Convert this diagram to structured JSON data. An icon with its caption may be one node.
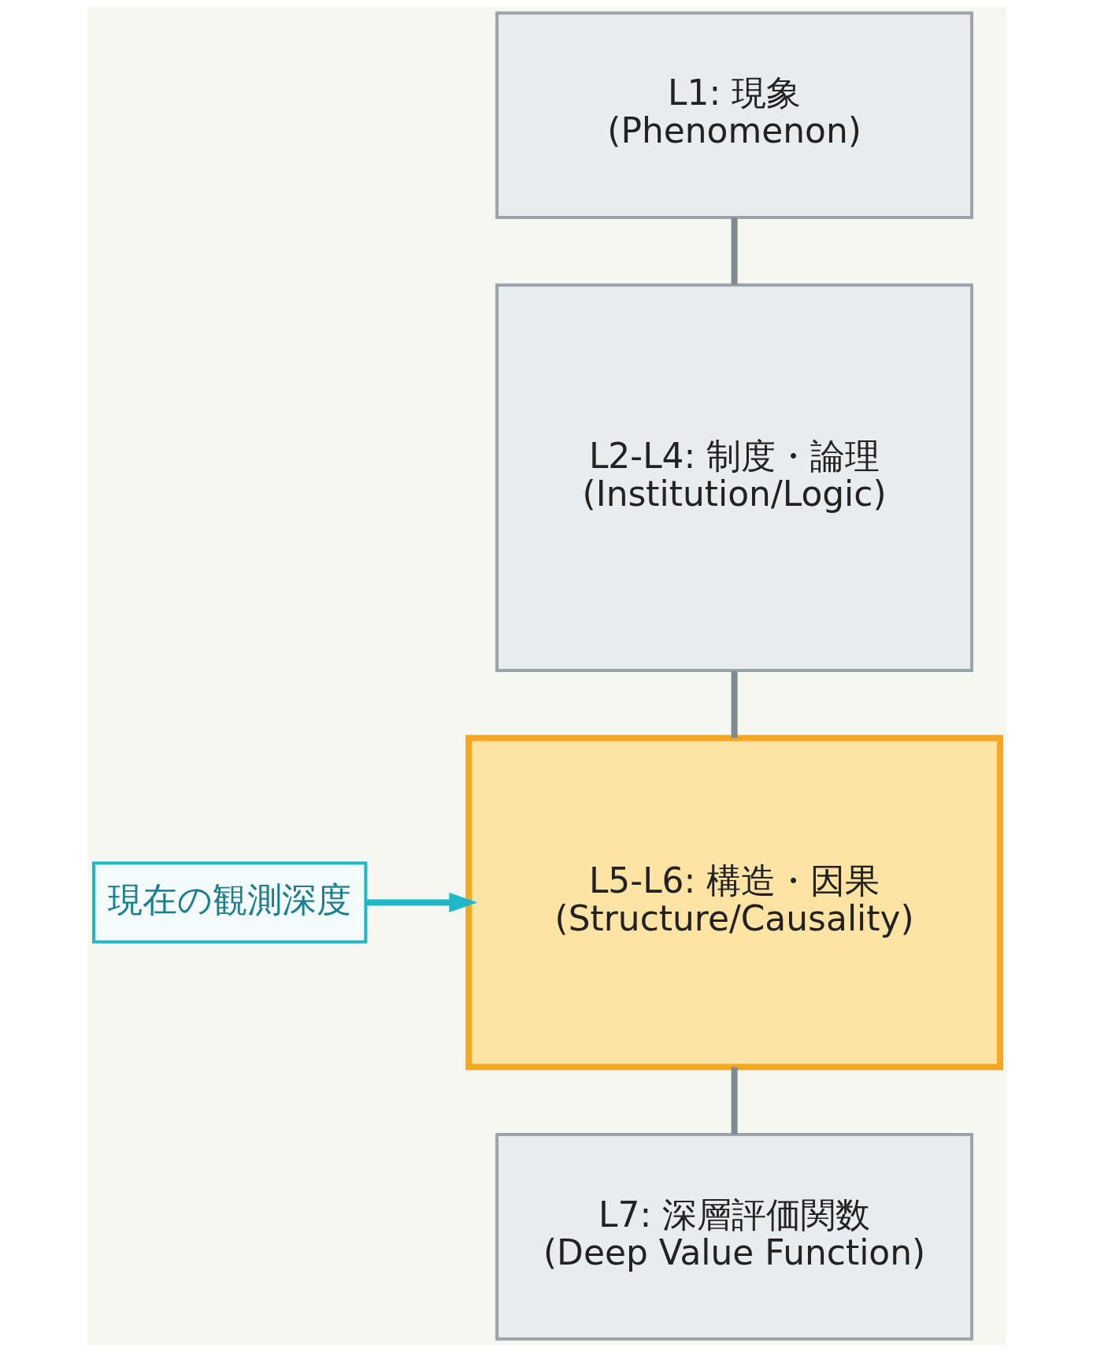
{
  "diagram": {
    "nodes": [
      {
        "text": [
          "L1: 現象",
          "(Phenomenon)"
        ]
      },
      {
        "text": [
          "L2-L4: 制度・論理",
          "(Institution/Logic)"
        ]
      },
      {
        "text": [
          "L5-L6: 構造・因果",
          "(Structure/Causality)"
        ]
      },
      {
        "text": [
          "L7: 深層評価関数",
          "(Deep Value Function)"
        ]
      },
      {
        "text": [
          "現在の観測深度"
        ]
      }
    ],
    "edges": [
      {
        "from": 0,
        "to": 1,
        "arrow": "none"
      },
      {
        "from": 1,
        "to": 2,
        "arrow": "none"
      },
      {
        "from": 2,
        "to": 3,
        "arrow": "none"
      },
      {
        "from": 4,
        "to": 2,
        "arrow": "to",
        "color": "#1fb8c8"
      }
    ]
  }
}
